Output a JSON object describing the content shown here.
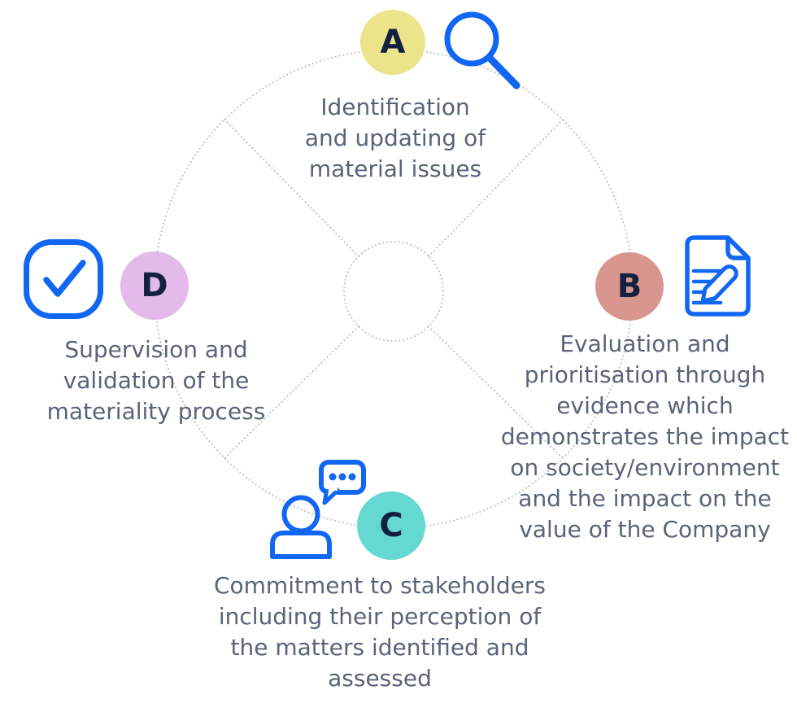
{
  "diagram": {
    "dot_color": "#b3b6c8",
    "icon_color": "#1166f2",
    "letter_color": "#132040",
    "text_color": "#596379",
    "background": "#ffffff",
    "steps": [
      {
        "letter": "A",
        "label": "Identification\nand updating of\nmaterial issues",
        "badge_color": "#ece48a",
        "icon": "magnifier-icon"
      },
      {
        "letter": "B",
        "label": "Evaluation and\nprioritisation through\nevidence which\ndemonstrates the impact\non society/environment\nand the impact on the\nvalue of the Company",
        "badge_color": "#d9968e",
        "icon": "document-pen-icon"
      },
      {
        "letter": "C",
        "label": "Commitment to stakeholders\nincluding their perception of\nthe matters identified and\nassessed",
        "badge_color": "#65d8d2",
        "icon": "person-chat-icon"
      },
      {
        "letter": "D",
        "label": "Supervision and\nvalidation of the\nmateriality process",
        "badge_color": "#e3baea",
        "icon": "check-icon"
      }
    ]
  }
}
